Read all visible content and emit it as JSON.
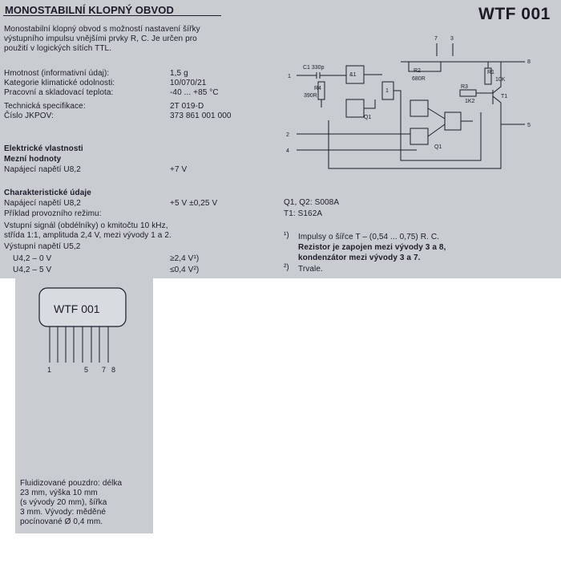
{
  "header": {
    "title": "MONOSTABILNÍ KLOPNÝ OBVOD",
    "code": "WTF 001"
  },
  "intro": [
    "Monostabilní klopný obvod s možností nastavení šířky",
    "výstupního impulsu vnějšími prvky R, C. Je určen pro",
    "použití v logických sítích TTL."
  ],
  "specs": [
    {
      "label": "Hmotnost (informativní údaj):",
      "value": "1,5 g"
    },
    {
      "label": "Kategorie klimatické odolnosti:",
      "value": "10/070/21"
    },
    {
      "label": "Pracovní a skladovací teplota:",
      "value": "-40 ... +85 °C"
    },
    {
      "label": "Technická specifikace:",
      "value": "2T 019-D"
    },
    {
      "label": "Číslo JKPOV:",
      "value": "373 861 001 000"
    }
  ],
  "electrical": {
    "heading": "Elektrické vlastnosti",
    "limits_heading": "Mezní hodnoty",
    "limit_label": "Napájecí napětí U8,2",
    "limit_value": "+7 V",
    "char_heading": "Charakteristické údaje",
    "char_label": "Napájecí napětí U8,2",
    "char_value": "+5 V ±0,25 V",
    "example": "Příklad provozního režimu:",
    "input_line1": "Vstupní signál (obdélníky) o kmitočtu 10 kHz,",
    "input_line2": "střída 1:1, amplituda 2,4 V, mezi vývody 1 a 2.",
    "output_heading": "Výstupní napětí U5,2",
    "output_rows": [
      {
        "label": "U4,2 – 0 V",
        "value": "≥2,4 V¹)"
      },
      {
        "label": "U4,2 – 5 V",
        "value": "≤0,4 V²)"
      }
    ]
  },
  "schematic": {
    "pins": [
      "1",
      "2",
      "4",
      "5",
      "7",
      "3",
      "8"
    ],
    "components": [
      "C1  330p",
      "R4",
      "390R",
      "R2",
      "680R",
      "R3",
      "1K2",
      "R1",
      "10K",
      "T1",
      "Q1",
      "Q1",
      "&1",
      "1"
    ],
    "parts_line1": "Q1, Q2: S008A",
    "parts_line2": "T1: S162A"
  },
  "notes": {
    "n1_mark": "¹)",
    "n1_line1": "Impulsy o šířce T – (0,54 ... 0,75) R. C.",
    "n1_line2": "Rezistor je zapojen mezi vývody 3 a 8,",
    "n1_line3": "kondenzátor mezi vývody 3 a 7.",
    "n2_mark": "²)",
    "n2_text": "Trvale."
  },
  "package": {
    "label": "WTF 001",
    "pin_numbers": [
      "1",
      "5",
      "7",
      "8"
    ],
    "caption": [
      "Fluidizované pouzdro: délka",
      "23 mm, výška 10 mm",
      "(s vývody 20 mm), šířka",
      "3 mm. Vývody: měděné",
      "pocínované Ø 0,4 mm."
    ]
  }
}
